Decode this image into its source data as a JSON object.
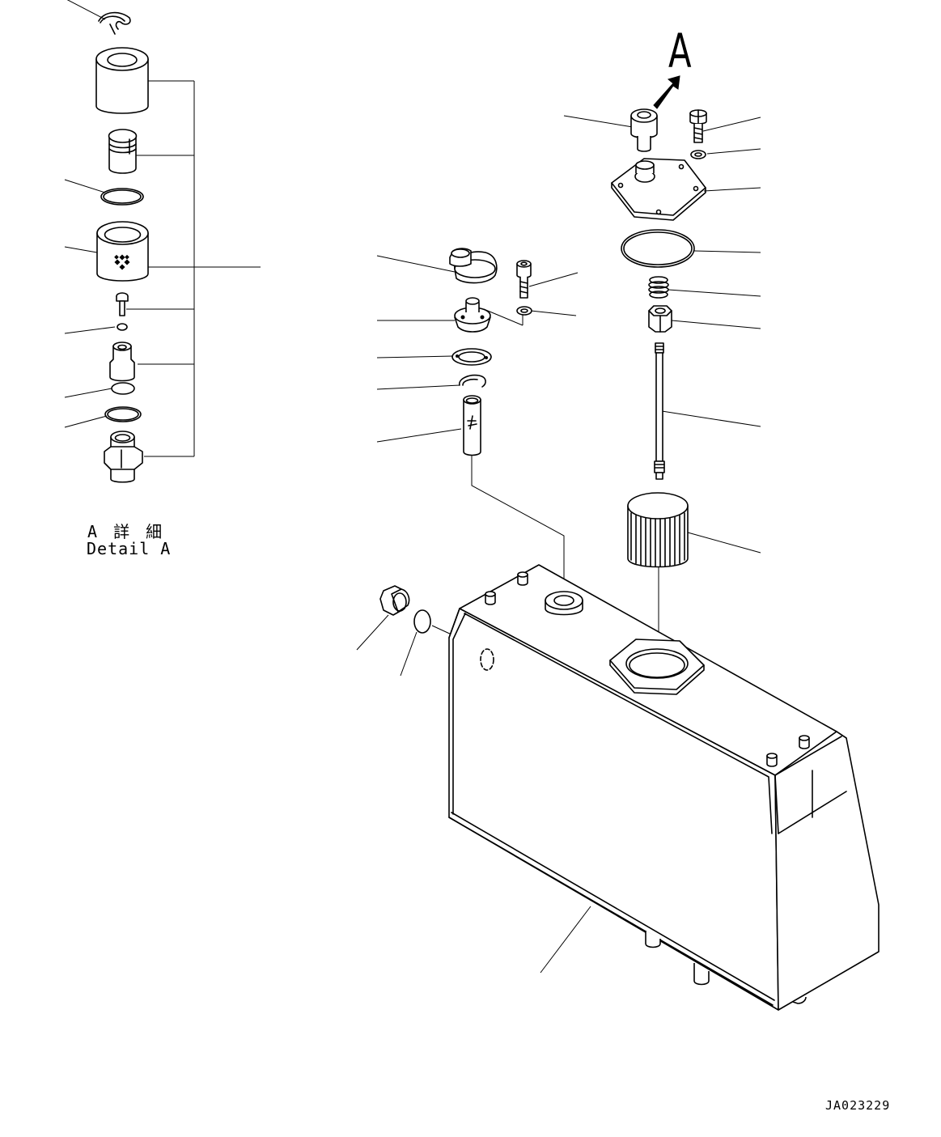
{
  "view_marker": {
    "letter": "A"
  },
  "detail_caption": {
    "japanese": "A 詳 細",
    "english": "Detail A"
  },
  "drawing_number": "JA023229"
}
